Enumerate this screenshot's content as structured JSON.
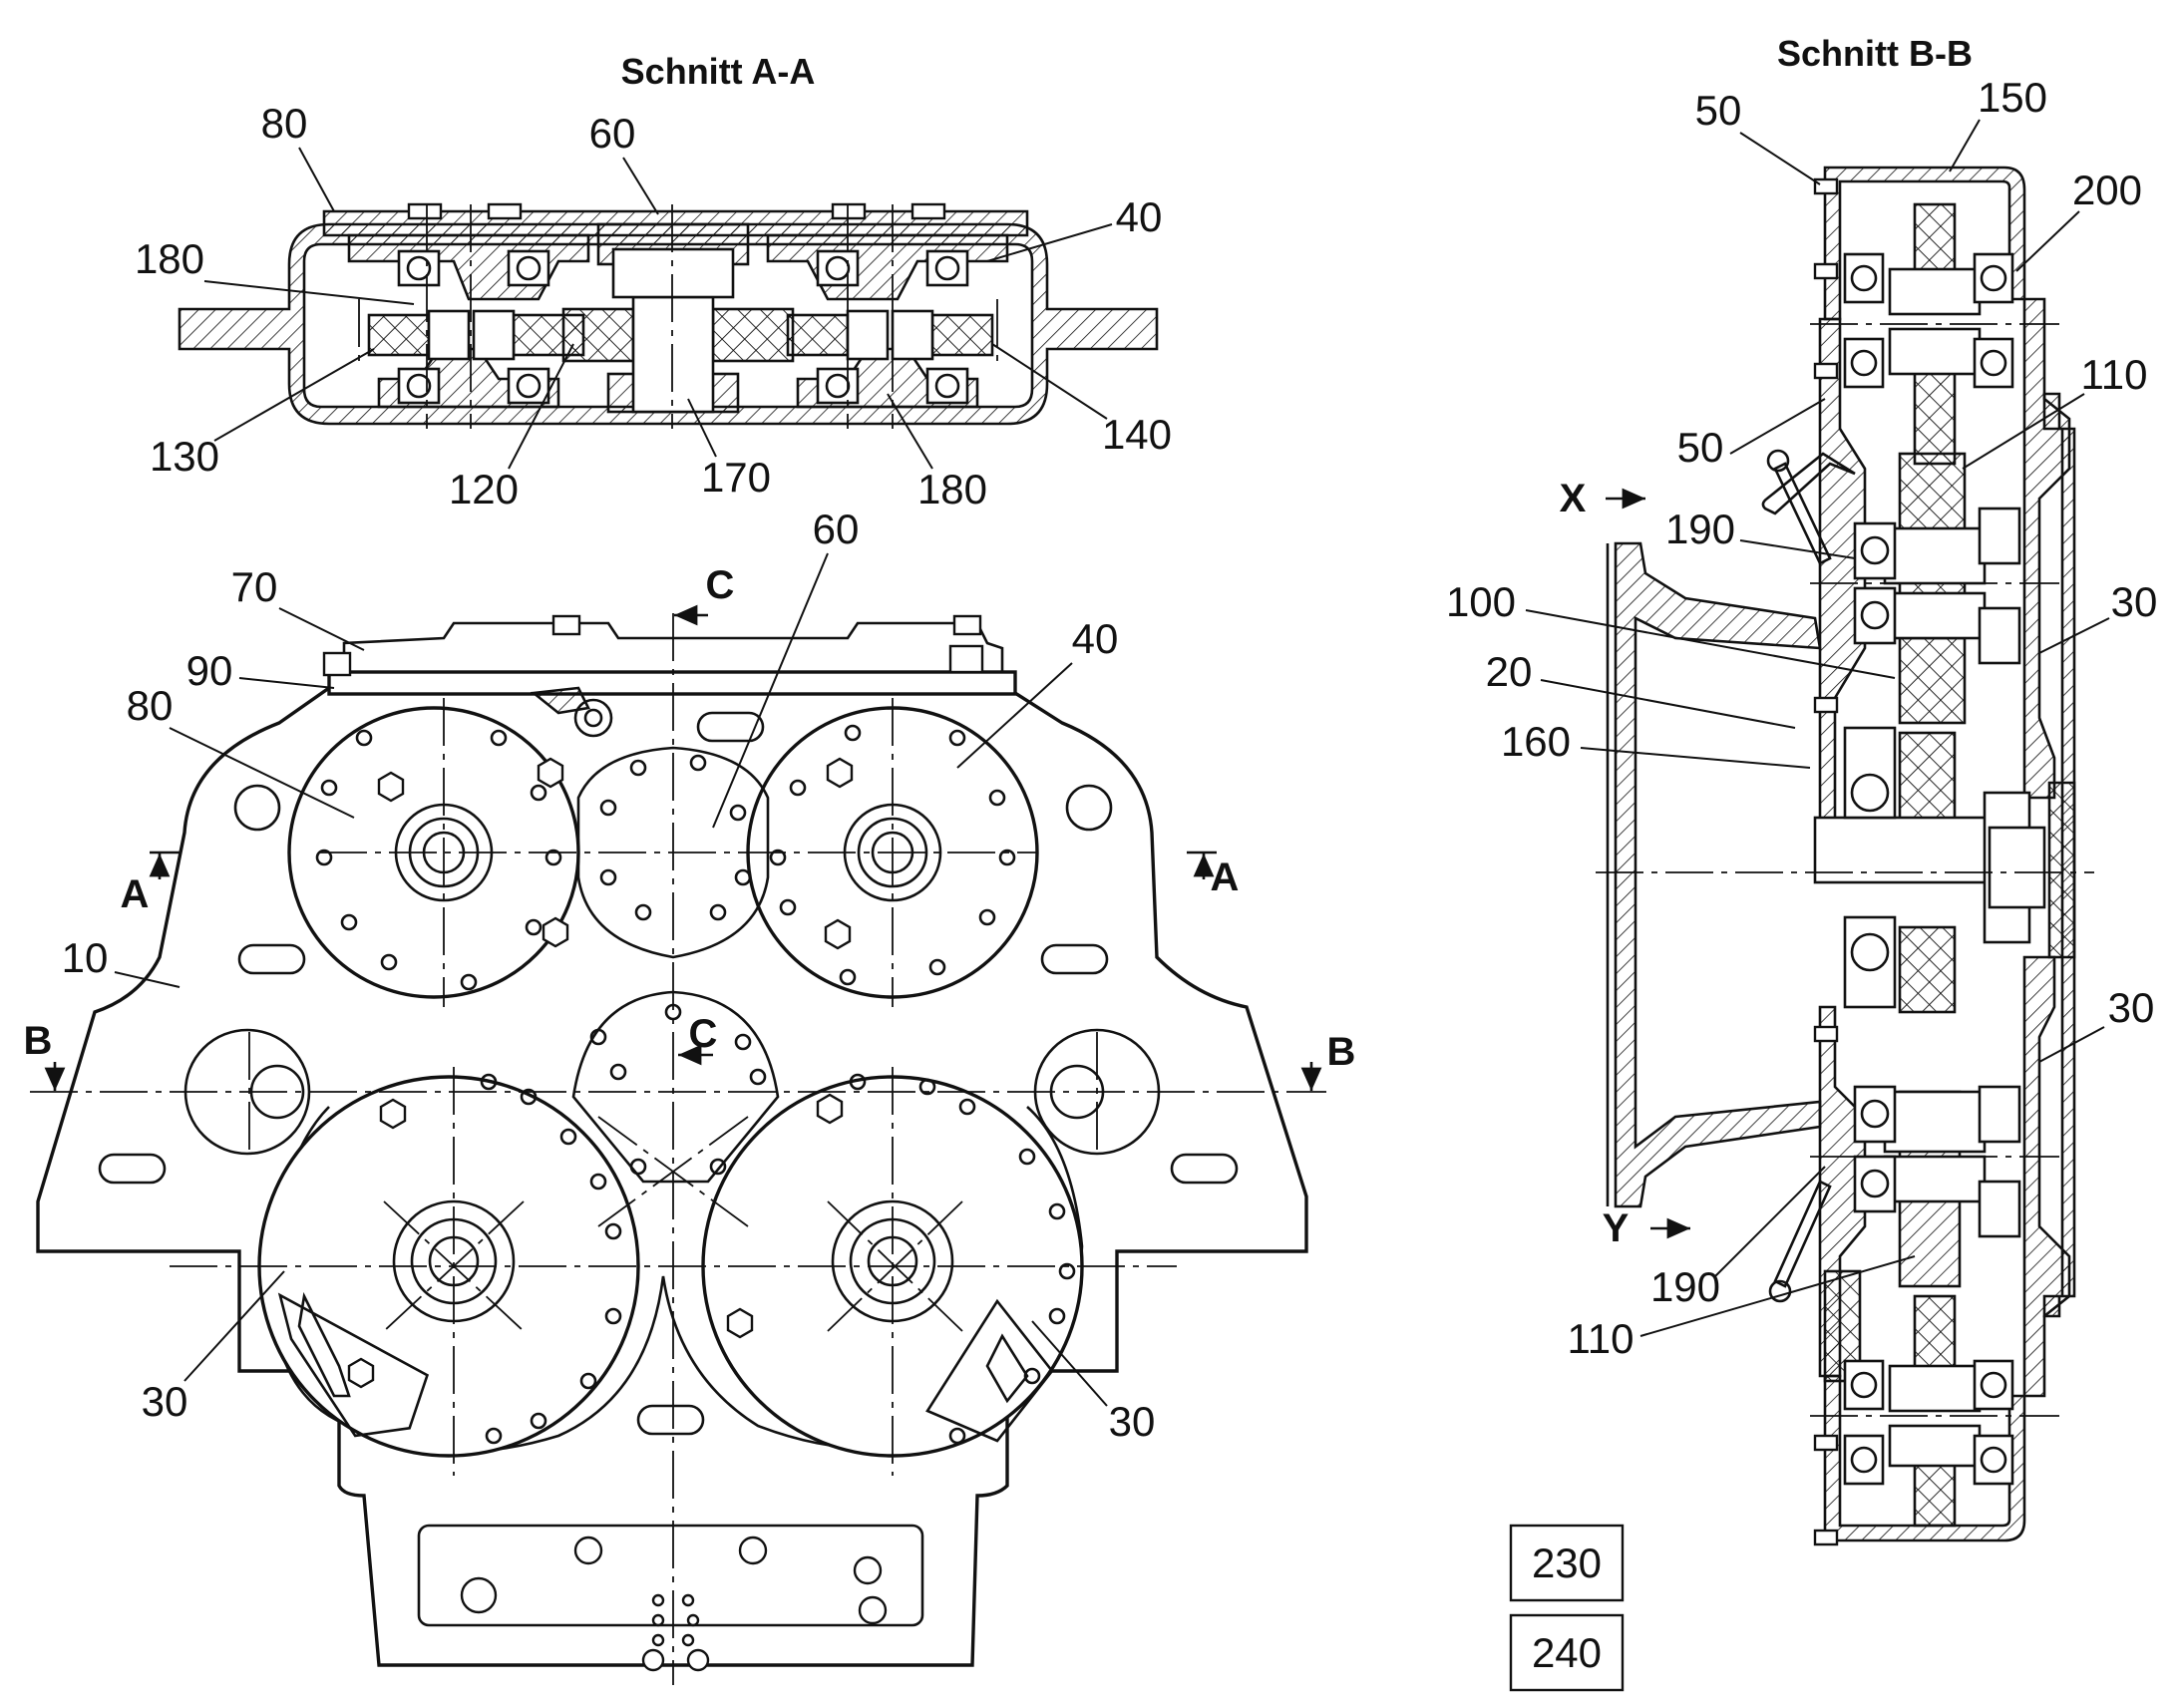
{
  "titles": {
    "section_aa": "Schnitt A-A",
    "section_bb": "Schnitt B-B"
  },
  "section_markers": {
    "a_left": "A",
    "a_right": "A",
    "b_left": "B",
    "b_right": "B",
    "c_top": "C",
    "c_mid": "C",
    "x": "X",
    "y": "Y"
  },
  "labels_aa": {
    "l80": "80",
    "l60": "60",
    "l40": "40",
    "l180a": "180",
    "l130": "130",
    "l120": "120",
    "l170": "170",
    "l180b": "180",
    "l140": "140"
  },
  "labels_front": {
    "l60": "60",
    "l70": "70",
    "l90": "90",
    "l80": "80",
    "l40": "40",
    "l10": "10",
    "l30a": "30",
    "l30b": "30"
  },
  "labels_bb": {
    "l50a": "50",
    "l150": "150",
    "l200": "200",
    "l110a": "110",
    "l50b": "50",
    "l190a": "190",
    "l100": "100",
    "l30a": "30",
    "l20": "20",
    "l160": "160",
    "l30b": "30",
    "l190b": "190",
    "l110b": "110"
  },
  "boxes": {
    "b230": "230",
    "b240": "240"
  }
}
